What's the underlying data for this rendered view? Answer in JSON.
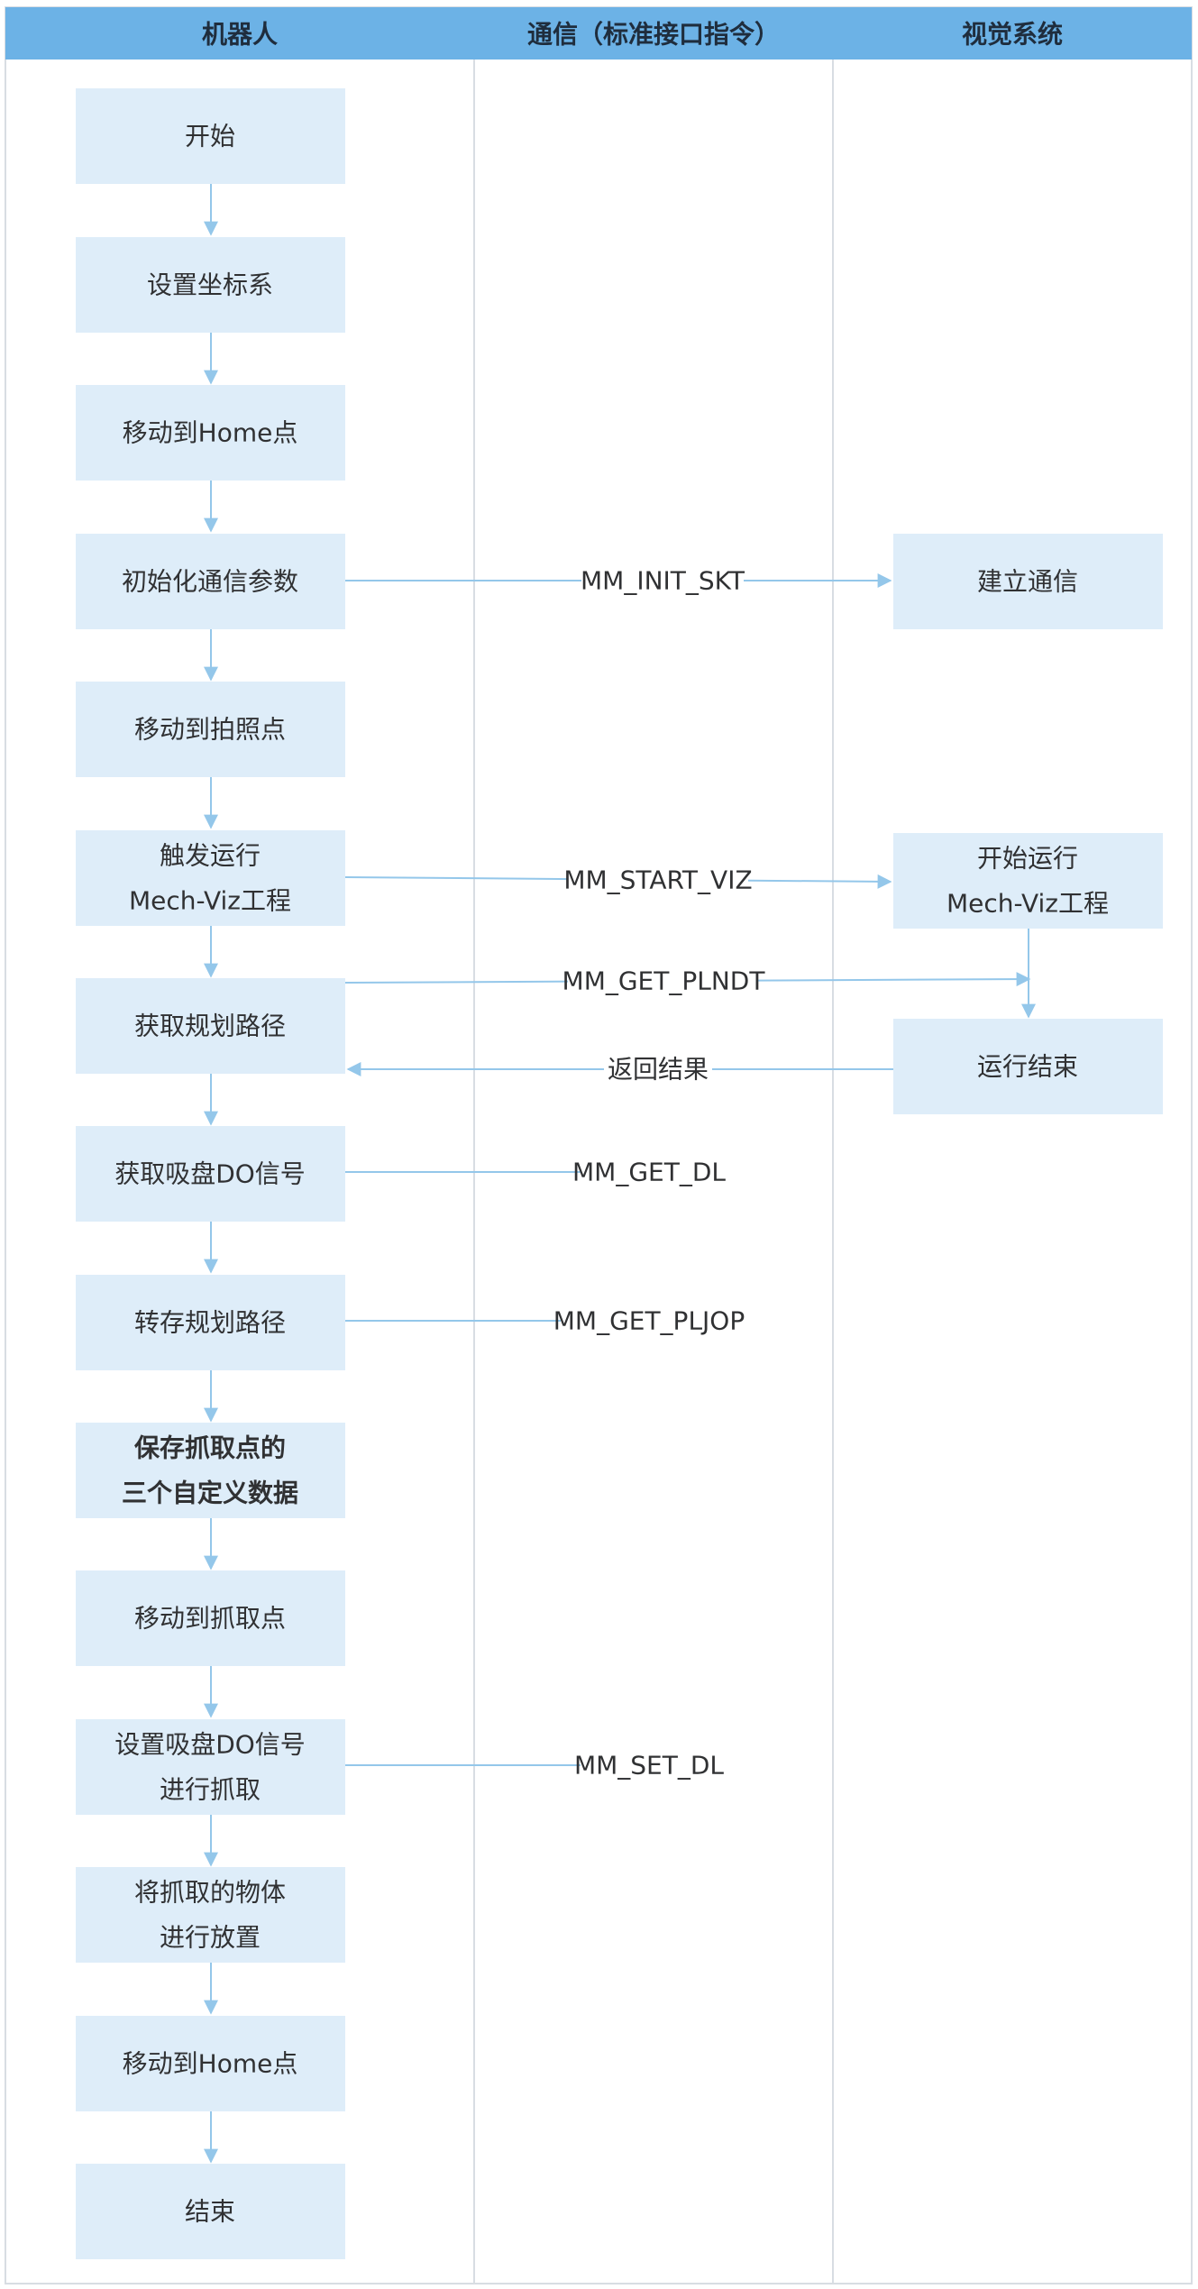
{
  "lanes": [
    "机器人",
    "通信（标准接口指令）",
    "视觉系统"
  ],
  "nodes": {
    "start": [
      "开始"
    ],
    "set_coord": [
      "设置坐标系"
    ],
    "move_home1": [
      "移动到Home点"
    ],
    "init_comm": [
      "初始化通信参数"
    ],
    "move_photo": [
      "移动到拍照点"
    ],
    "trigger_viz": [
      "触发运行",
      "Mech-Viz工程"
    ],
    "get_path": [
      "获取规划路径"
    ],
    "get_do": [
      "获取吸盘DO信号"
    ],
    "dump_path": [
      "转存规划路径"
    ],
    "save_custom": [
      "保存抓取点的",
      "三个自定义数据"
    ],
    "move_pick": [
      "移动到抓取点"
    ],
    "set_do": [
      "设置吸盘DO信号",
      "进行抓取"
    ],
    "place": [
      "将抓取的物体",
      "进行放置"
    ],
    "move_home2": [
      "移动到Home点"
    ],
    "end": [
      "结束"
    ],
    "est_comm": [
      "建立通信"
    ],
    "start_run": [
      "开始运行",
      "Mech-Viz工程"
    ],
    "run_end": [
      "运行结束"
    ]
  },
  "edge_labels": {
    "init_skt": "MM_INIT_SKT",
    "start_viz": "MM_START_VIZ",
    "get_plndt": "MM_GET_PLNDT",
    "return_result": "返回结果",
    "get_dl": "MM_GET_DL",
    "get_pljop": "MM_GET_PLJOP",
    "set_dl": "MM_SET_DL"
  },
  "colors": {
    "header_bg": "#6cb2e6",
    "node_bg": "#deedf9",
    "connector": "#94c7ea",
    "lane_border": "#d8dde3"
  }
}
